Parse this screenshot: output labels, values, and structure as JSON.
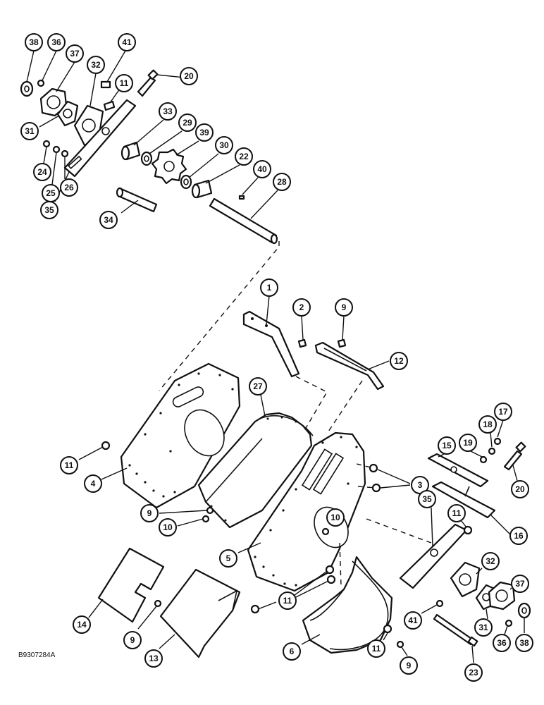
{
  "drawing_code": "B9307284A",
  "callouts": [
    {
      "label": "38"
    },
    {
      "label": "36"
    },
    {
      "label": "37"
    },
    {
      "label": "32"
    },
    {
      "label": "41"
    },
    {
      "label": "11"
    },
    {
      "label": "20"
    },
    {
      "label": "31"
    },
    {
      "label": "24"
    },
    {
      "label": "25"
    },
    {
      "label": "26"
    },
    {
      "label": "35"
    },
    {
      "label": "33"
    },
    {
      "label": "29"
    },
    {
      "label": "39"
    },
    {
      "label": "30"
    },
    {
      "label": "22"
    },
    {
      "label": "40"
    },
    {
      "label": "28"
    },
    {
      "label": "34"
    },
    {
      "label": "1"
    },
    {
      "label": "2"
    },
    {
      "label": "9"
    },
    {
      "label": "12"
    },
    {
      "label": "27"
    },
    {
      "label": "11"
    },
    {
      "label": "4"
    },
    {
      "label": "3"
    },
    {
      "label": "17"
    },
    {
      "label": "18"
    },
    {
      "label": "19"
    },
    {
      "label": "15"
    },
    {
      "label": "20"
    },
    {
      "label": "16"
    },
    {
      "label": "9"
    },
    {
      "label": "10"
    },
    {
      "label": "10"
    },
    {
      "label": "5"
    },
    {
      "label": "35"
    },
    {
      "label": "11"
    },
    {
      "label": "32"
    },
    {
      "label": "37"
    },
    {
      "label": "14"
    },
    {
      "label": "11"
    },
    {
      "label": "9"
    },
    {
      "label": "13"
    },
    {
      "label": "41"
    },
    {
      "label": "31"
    },
    {
      "label": "36"
    },
    {
      "label": "38"
    },
    {
      "label": "6"
    },
    {
      "label": "11"
    },
    {
      "label": "9"
    },
    {
      "label": "23"
    }
  ]
}
